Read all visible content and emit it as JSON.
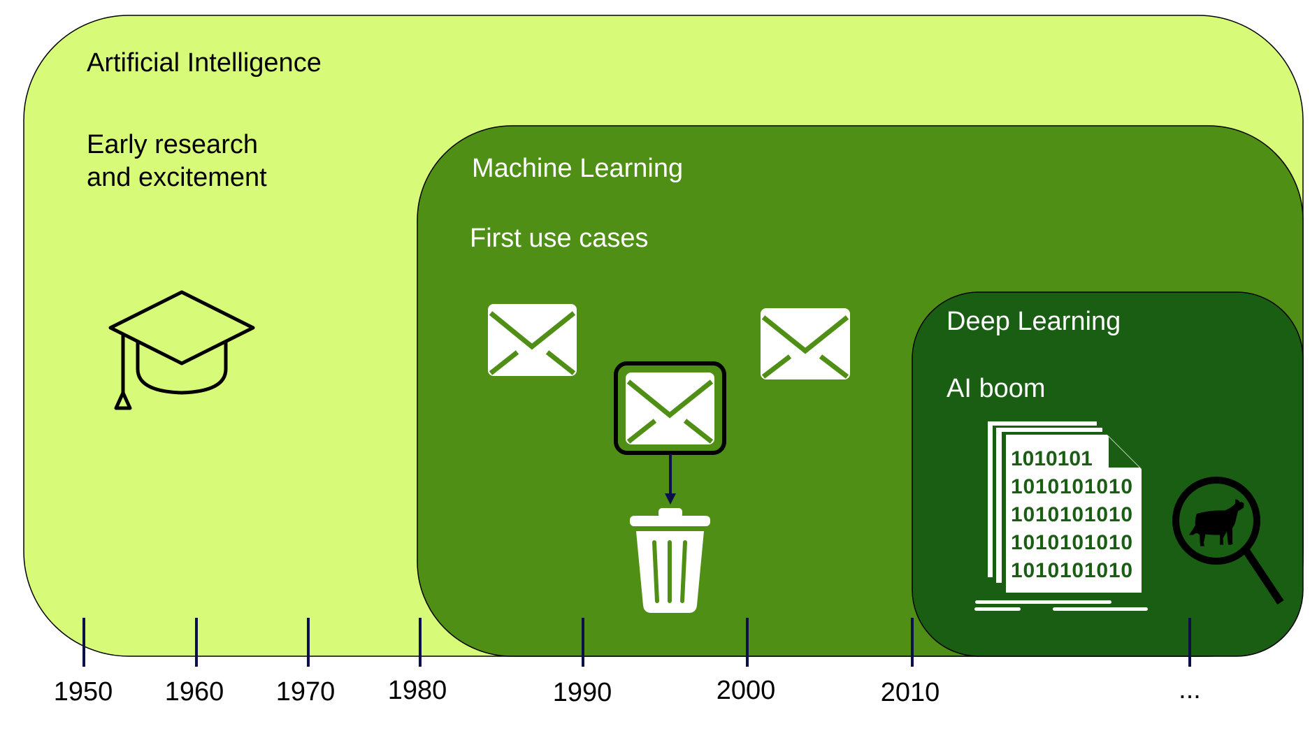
{
  "ai": {
    "title": "Artificial Intelligence",
    "subtitle_line1": "Early research",
    "subtitle_line2": "and excitement",
    "color": "#d7fb78",
    "icon": "graduation-cap-icon"
  },
  "ml": {
    "title": "Machine Learning",
    "subtitle": "First use cases",
    "color": "#4f8f16",
    "icons": [
      "envelope-icon",
      "envelope-icon",
      "envelope-highlighted-icon",
      "arrow-down-icon",
      "trash-icon"
    ]
  },
  "dl": {
    "title": "Deep Learning",
    "subtitle": "AI boom",
    "color": "#1a5e14",
    "icons": [
      "binary-documents-icon",
      "dog-icon",
      "magnifier-icon"
    ],
    "binary_rows": [
      "1010101",
      "1010101010",
      "1010101010",
      "1010101010",
      "1010101010"
    ]
  },
  "timeline": {
    "labels": [
      "1950",
      "1960",
      "1970",
      "1980",
      "1990",
      "2000",
      "2010",
      "..."
    ],
    "tick_color": "#0b1046"
  }
}
